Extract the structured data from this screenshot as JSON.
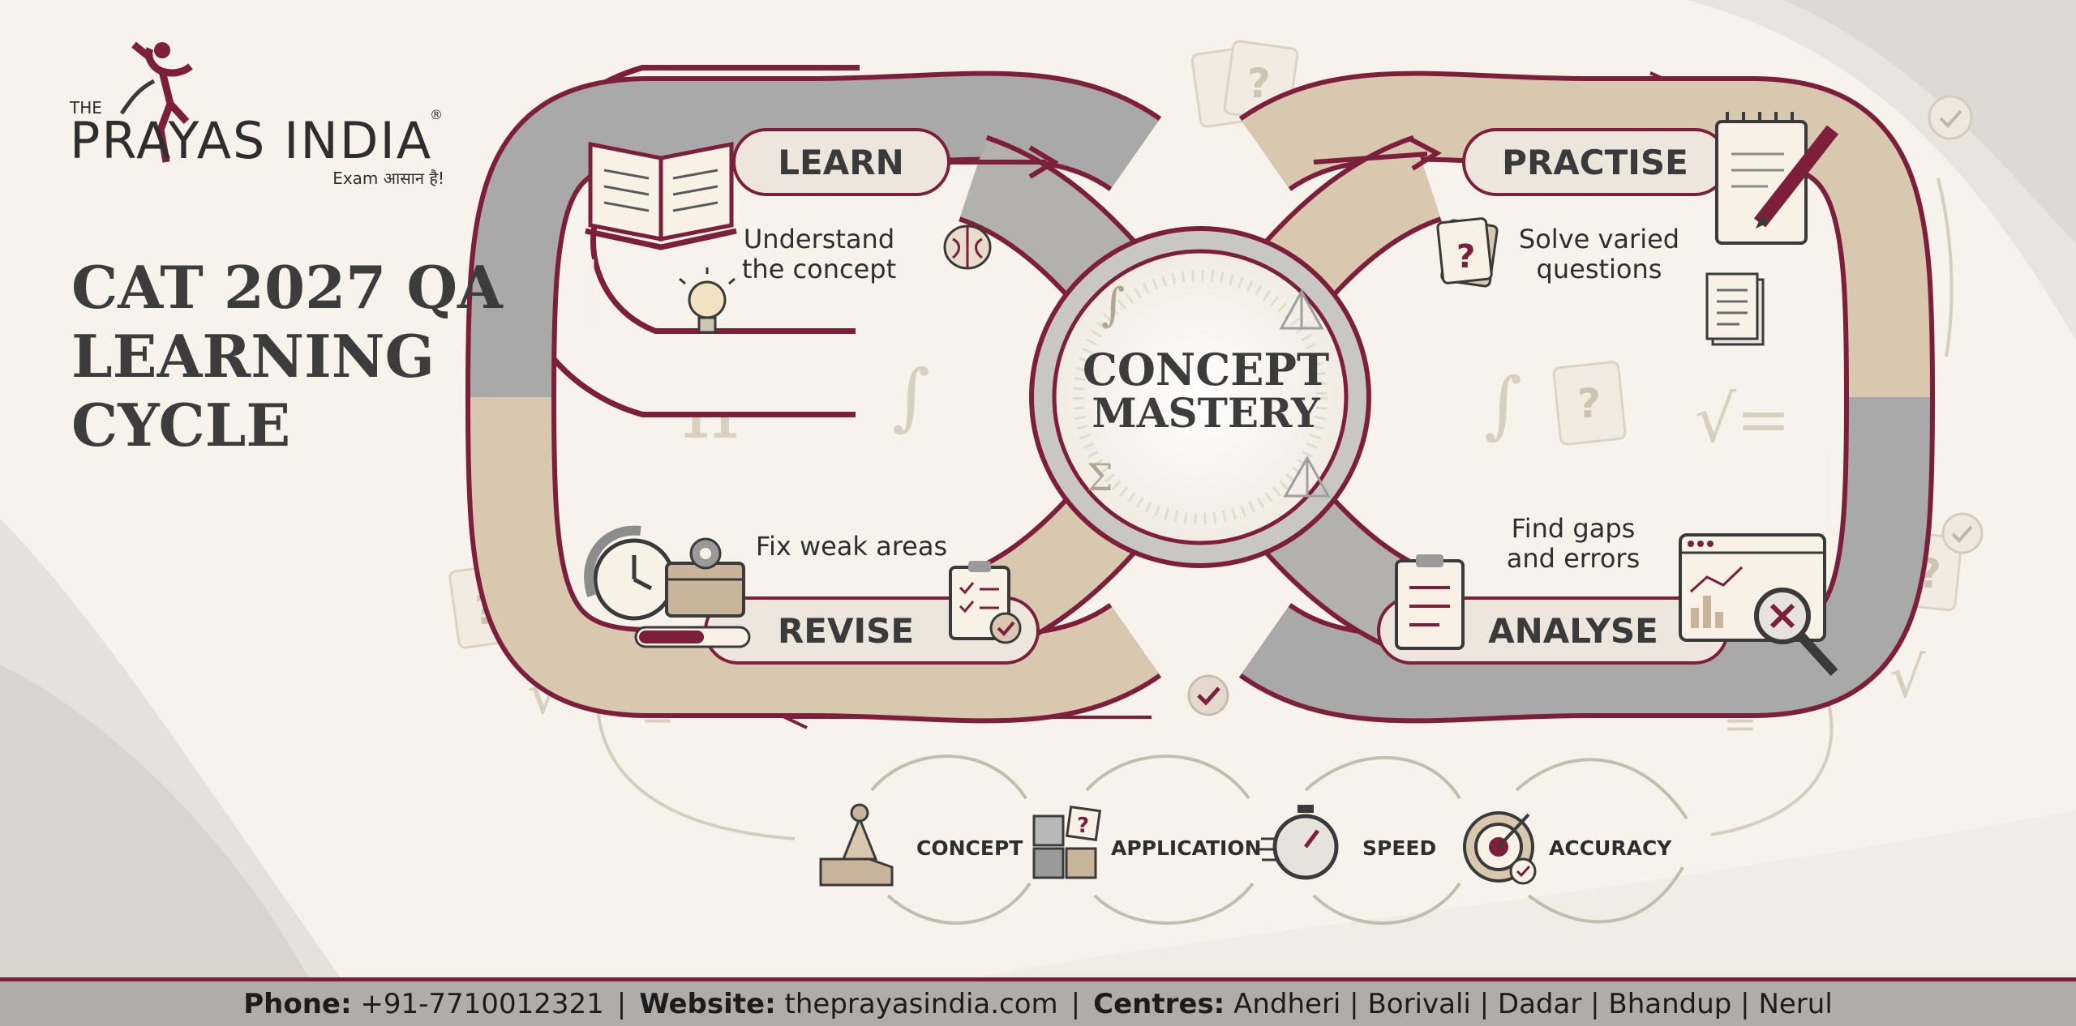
{
  "logo": {
    "small": "THE",
    "name": "PRAYAS INDIA",
    "registered": "®",
    "tagline": "Exam आसान है!"
  },
  "title": {
    "line1": "CAT 2027 QA",
    "line2": "LEARNING",
    "line3": "CYCLE"
  },
  "cycle": {
    "center_line1": "CONCEPT",
    "center_line2": "MASTERY",
    "stages": {
      "learn": {
        "label": "LEARN",
        "caption_line1": "Understand",
        "caption_line2": "the concept"
      },
      "practise": {
        "label": "PRACTISE",
        "caption_line1": "Solve varied",
        "caption_line2": "questions"
      },
      "analyse": {
        "label": "ANALYSE",
        "caption_line1": "Find gaps",
        "caption_line2": "and errors"
      },
      "revise": {
        "label": "REVISE",
        "caption_line1": "Fix weak areas"
      }
    }
  },
  "progression": [
    {
      "label": "CONCEPT",
      "icon": "pyramid-block-icon"
    },
    {
      "label": "APPLICATION",
      "icon": "puzzle-icon"
    },
    {
      "label": "SPEED",
      "icon": "stopwatch-icon"
    },
    {
      "label": "ACCURACY",
      "icon": "target-icon"
    }
  ],
  "footer": {
    "phone_label": "Phone:",
    "phone_value": "+91-7710012321",
    "website_label": "Website:",
    "website_value": "theprayasindia.com",
    "centres_label": "Centres:",
    "centres_value": "Andheri | Borivali | Dadar | Bhandup | Nerul",
    "separator": "|"
  },
  "colors": {
    "maroon": "#7d1f3a",
    "beige": "#d8c8b0",
    "grey": "#a6a6a6",
    "background": "#f8f3ea",
    "text_dark": "#3a3a3a"
  }
}
